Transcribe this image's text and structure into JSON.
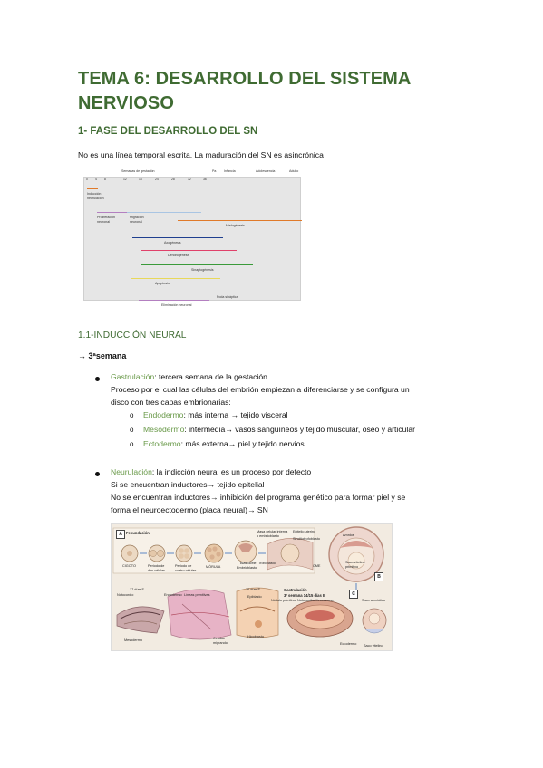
{
  "doc": {
    "title_line1": "TEMA 6: DESARROLLO DEL SISTEMA",
    "title_line2": "NERVIOSO",
    "section1": "1- FASE DEL DESARROLLO DEL SN",
    "intro": "No es una línea temporal escrita. La maduración del SN es asincrónica",
    "section11": "1.1-INDUCCIÓN NEURAL",
    "week": "3ªsemana",
    "week_arrow": "→"
  },
  "timeline": {
    "header_labels": [
      "Semanas de gestación",
      "Pa",
      "Infancia",
      "Adolescencia",
      "Adulto"
    ],
    "ticks": [
      "0",
      "4",
      "8",
      "12",
      "16",
      "24",
      "28",
      "32",
      "36"
    ],
    "phases": [
      {
        "label": "Inducción neurulación",
        "color": "#e07a2a"
      },
      {
        "label": "Proliferación neuronal",
        "color": "#b37fc0"
      },
      {
        "label": "Migración neuronal",
        "color": "#a9c5e3"
      },
      {
        "label": "Mielogénesis",
        "color": "#e07a2a"
      },
      {
        "label": "Axogénesis",
        "color": "#1f3f8f"
      },
      {
        "label": "Dendrogénesis",
        "color": "#e0416a"
      },
      {
        "label": "Sinaptogénesis",
        "color": "#3a9a3a"
      },
      {
        "label": "Apoptosis",
        "color": "#e8d85a"
      },
      {
        "label": "Poda sináptica",
        "color": "#3a66c8"
      },
      {
        "label": "Eliminación neuronal",
        "color": "#b37fc0"
      }
    ]
  },
  "gastrulacion": {
    "term": "Gastrulación",
    "desc": ": tercera semana de la gestación",
    "line1": "Proceso por el cual las células del embrión empiezan a diferenciarse y se configura un",
    "line2": "disco con tres capas embrionarias:",
    "layers": [
      {
        "name": "Endodermo",
        "desc": ": más interna → tejido visceral"
      },
      {
        "name": "Mesodermo",
        "desc": ": intermedia→ vasos sanguíneos y tejido muscular, óseo y articular"
      },
      {
        "name": "Ectodermo",
        "desc": ": más externa→ piel y tejido nervios"
      }
    ],
    "sub_marker": "o"
  },
  "neurulacion": {
    "term": "Neurulación",
    "desc": ": la indicción neural es un proceso por defecto",
    "line1": "Si se encuentran inductores→ tejido epitelial",
    "line2": "No se encuentran inductores→ inhibición del programa genético para formar piel y se",
    "line3": "forma el neuroectodermo (placa neural)→ SN"
  },
  "embryo_figure": {
    "box_labels": [
      "A",
      "B",
      "C"
    ],
    "tags": [
      "Fecundación",
      "Gastrulación",
      "3ª semana 14/15 días E"
    ],
    "labels": [
      "CIGOTO",
      "Periodo de dos células",
      "Periodo de cuatro células",
      "MÓRULA",
      "Blastocele",
      "Embrioblasto",
      "Trofoblasto",
      "Masa celular interna o embrioblasto",
      "Epitelio uterino",
      "Sincitiotrofoblasto",
      "Amnios",
      "Saco vitelino primitivo",
      "CME",
      "17 días E",
      "Notocordio",
      "Endodermo",
      "Líneas primitivas",
      "Mesodermo",
      "16 días E",
      "Epiblasto",
      "Células migrando",
      "Hipoblasto",
      "Nódulo primitivo",
      "Notocordio/Mesodermo",
      "Saco amniótico",
      "Saco vitelino",
      "Ectodermo"
    ]
  },
  "colors": {
    "heading": "#3f6b32",
    "term": "#6a9a4a"
  }
}
